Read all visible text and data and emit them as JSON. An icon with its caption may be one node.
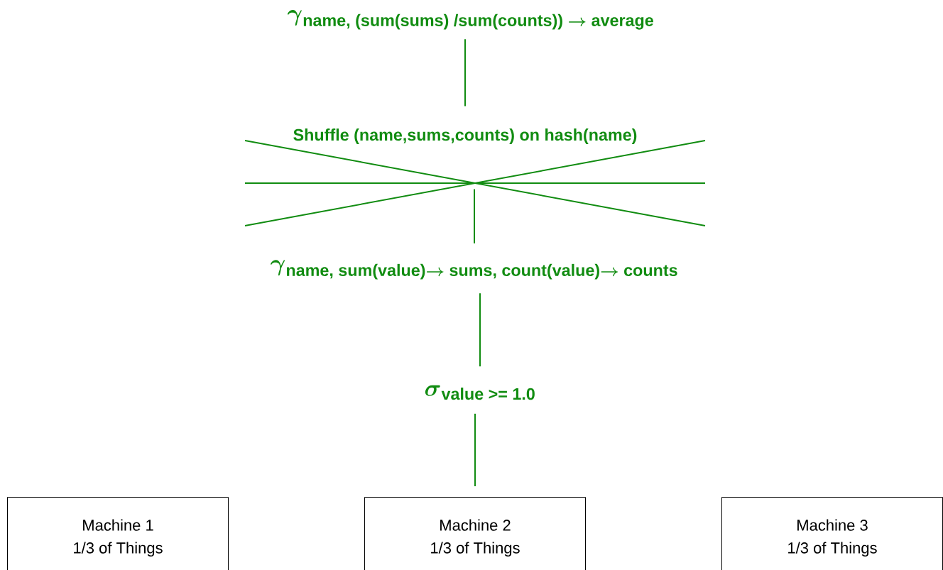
{
  "diagram": {
    "nodes": [
      {
        "text": [
          "\\boldsymbol{\\gamma}_{\\text{name, (sum(sums) /sum(counts)) }\\boldsymbol{\\rightarrow}\\text{ average}}"
        ]
      },
      {
        "text": [
          "Shuffle (name,sums,counts) on hash(name)"
        ]
      },
      {
        "text": [
          "\\boldsymbol{\\gamma}_{\\text{name, sum(value)}\\boldsymbol{\\rightarrow}\\text{ sums, count(value)}\\boldsymbol{\\rightarrow}\\text{ counts}}"
        ]
      },
      {
        "text": [
          "\\boldsymbol{\\sigma}_{\\text{value >= 1.0}}"
        ]
      },
      {
        "text": [
          "Machine 1",
          "1/3 of Things"
        ]
      },
      {
        "text": [
          "Machine 2",
          "1/3 of Things"
        ]
      },
      {
        "text": [
          "Machine 3",
          "1/3 of Things"
        ]
      }
    ],
    "edges": [
      {
        "from": 1,
        "to": 0,
        "arrow": "none"
      },
      {
        "from": 2,
        "to": 1,
        "arrow": "none"
      },
      {
        "from": 3,
        "to": 2,
        "arrow": "none"
      },
      {
        "from": 5,
        "to": 3,
        "arrow": "none"
      }
    ]
  }
}
